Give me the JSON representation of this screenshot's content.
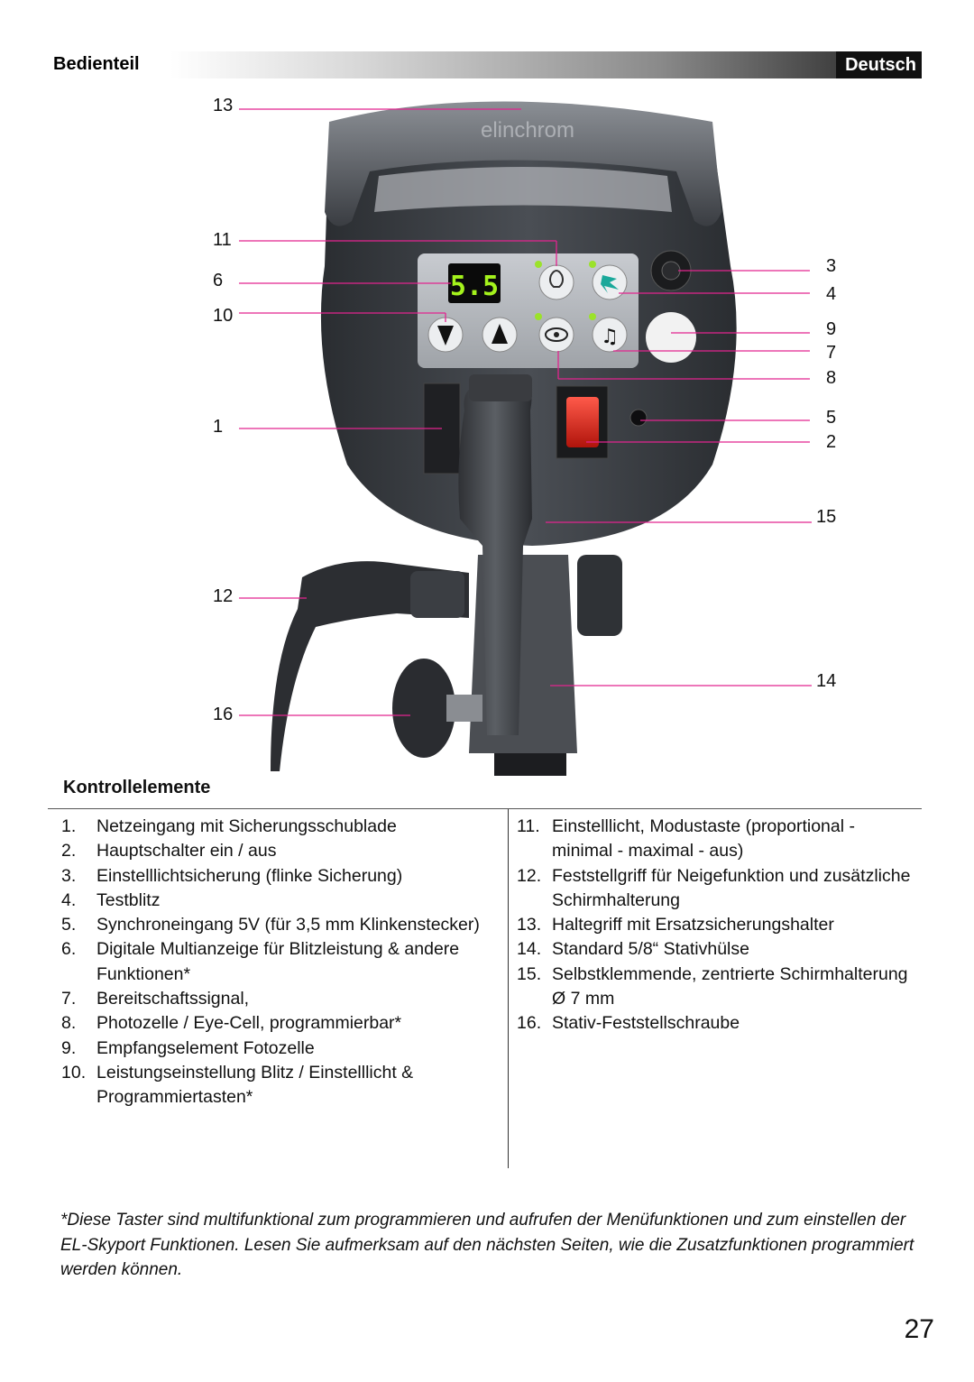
{
  "header": {
    "title": "Bedienteil",
    "language": "Deutsch"
  },
  "figure": {
    "brand_label": "elinchrom",
    "display_value": "5.5",
    "callouts_left": [
      "13",
      "11",
      "6",
      "10",
      "1",
      "12",
      "16"
    ],
    "callouts_right": [
      "3",
      "4",
      "9",
      "7",
      "8",
      "5",
      "2",
      "15",
      "14"
    ],
    "line_color": "#e2248f"
  },
  "section": {
    "title": "Kontrollelemente"
  },
  "items_left": [
    {
      "num": "1.",
      "text": "Netzeingang mit Sicherungsschublade"
    },
    {
      "num": "2.",
      "text": "Hauptschalter ein / aus"
    },
    {
      "num": "3.",
      "text": "Einstelllichtsicherung (flinke Sicherung)"
    },
    {
      "num": "4.",
      "text": "Testblitz"
    },
    {
      "num": "5.",
      "text": "Synchroneingang 5V (für 3,5 mm Klinkenstecker)"
    },
    {
      "num": "6.",
      "text": "Digitale Multianzeige für Blitzleistung & andere Funktionen*"
    },
    {
      "num": "7.",
      "text": "Bereitschaftssignal,"
    },
    {
      "num": "8.",
      "text": "Photozelle / Eye-Cell, programmierbar*"
    },
    {
      "num": "9.",
      "text": "Empfangselement Fotozelle"
    },
    {
      "num": "10.",
      "text": "Leistungseinstellung Blitz / Einstelllicht & Programmiertasten*"
    }
  ],
  "items_right": [
    {
      "num": "11.",
      "text": "Einstelllicht, Modustaste (proportional - minimal - maximal - aus)"
    },
    {
      "num": "12.",
      "text": "Feststellgriff für Neigefunktion und zusätzliche Schirmhalterung"
    },
    {
      "num": "13.",
      "text": "Haltegriff mit Ersatzsicherungshalter"
    },
    {
      "num": "14.",
      "text": "Standard 5/8“ Stativhülse"
    },
    {
      "num": "15.",
      "text": "Selbstklemmende, zentrierte Schirmhalterung Ø 7 mm"
    },
    {
      "num": "16.",
      "text": "Stativ-Feststellschraube"
    }
  ],
  "footnote": "*Diese Taster sind multifunktional zum programmieren und aufrufen der Menüfunktionen und zum einstellen der EL-Skyport Funktionen. Lesen Sie aufmerksam auf den nächsten Seiten, wie die Zusatzfunktionen programmiert werden können.",
  "page_number": "27"
}
